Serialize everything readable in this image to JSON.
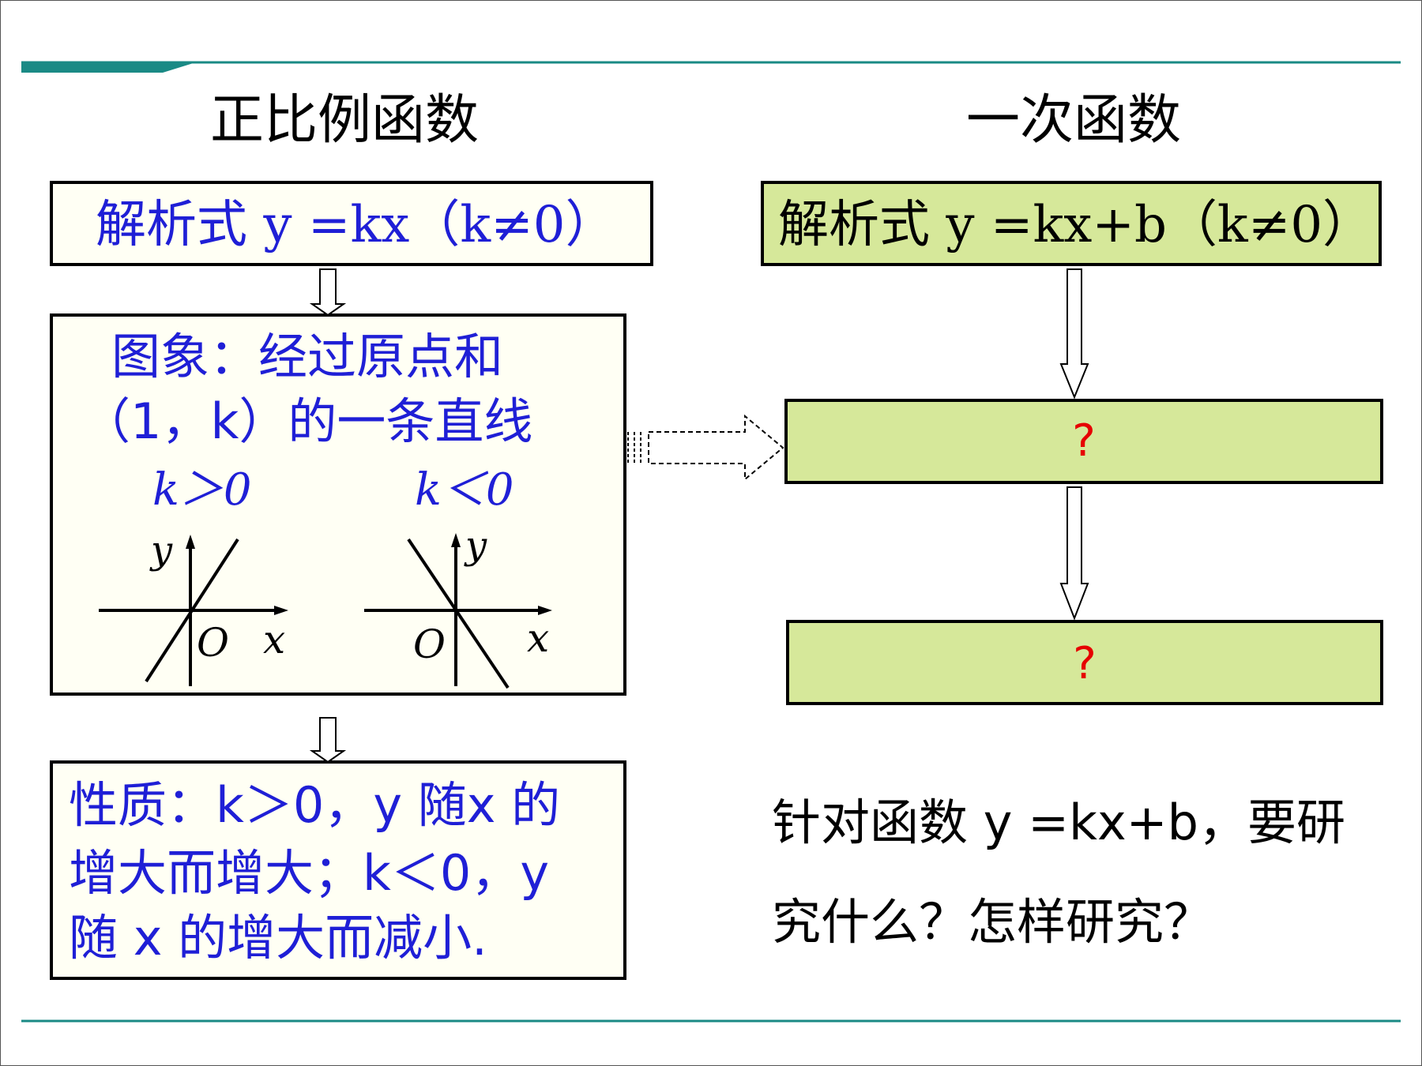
{
  "colors": {
    "top_rule": "#1a8a85",
    "bottom_rule": "#1a8a85",
    "blue_text": "#1f1fd6",
    "question_mark": "#e60000",
    "green_fill": "#d6e89a",
    "ivory_fill": "#fffff4"
  },
  "left": {
    "heading": "正比例函数",
    "formula_prefix": "解析式",
    "formula": " y =kx（k≠0）",
    "image_line1": "图象：经过原点和",
    "image_line2": "（1，k）的一条直线",
    "graph_pos": {
      "label": "k＞0",
      "y_label": "y",
      "x_label": "x",
      "origin_label": "O"
    },
    "graph_neg": {
      "label": "k＜0",
      "y_label": "y",
      "x_label": "x",
      "origin_label": "O"
    },
    "property_line1": "性质：k＞0，y 随x 的",
    "property_line2": "增大而增大；k＜0，y",
    "property_line3": "随 x 的增大而减小."
  },
  "right": {
    "heading": "一次函数",
    "formula_prefix": "解析式",
    "formula": " y =kx+b（k≠0）",
    "box2_text": "?",
    "box3_text": "?",
    "question_line1": "针对函数 y =kx+b，要研",
    "question_line2": "究什么？怎样研究？"
  }
}
